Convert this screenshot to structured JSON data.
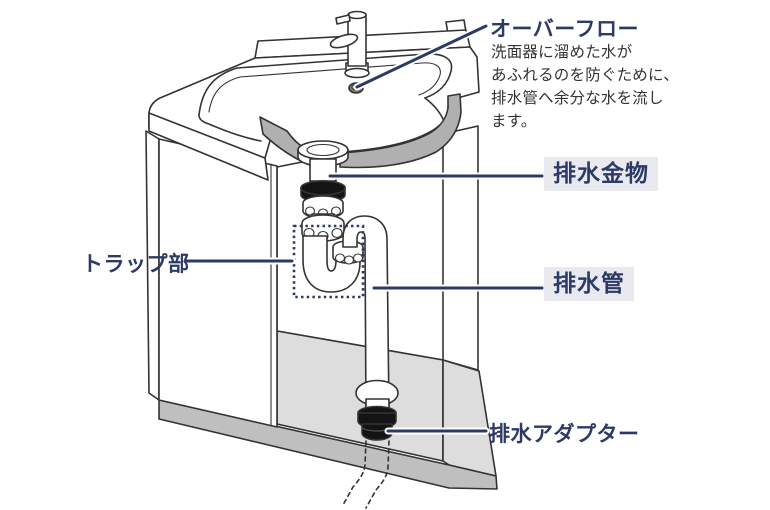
{
  "diagram": {
    "type": "washbasin-plumbing-cutaway",
    "parts": {
      "overflow": {
        "heading": "オーバーフロー",
        "desc_lines": [
          "洗面器に溜めた水が",
          "あふれるのを防ぐために、",
          "排水管へ余分な水を流し",
          "ます。"
        ]
      },
      "drain_fitting_label": "排水金物",
      "trap_label": "トラップ部",
      "drain_pipe_label": "排水管",
      "drain_adapter_label": "排水アダプター"
    },
    "colors": {
      "accent_navy": "#2d3a66",
      "label_highlight_bg": "#e9eaf0",
      "outline": "#333333",
      "section_gray": "#b0b0b0",
      "floor_top_gray": "#dddddd",
      "floor_front_gray": "#bfbfbf",
      "adapter_black": "#141414"
    }
  }
}
